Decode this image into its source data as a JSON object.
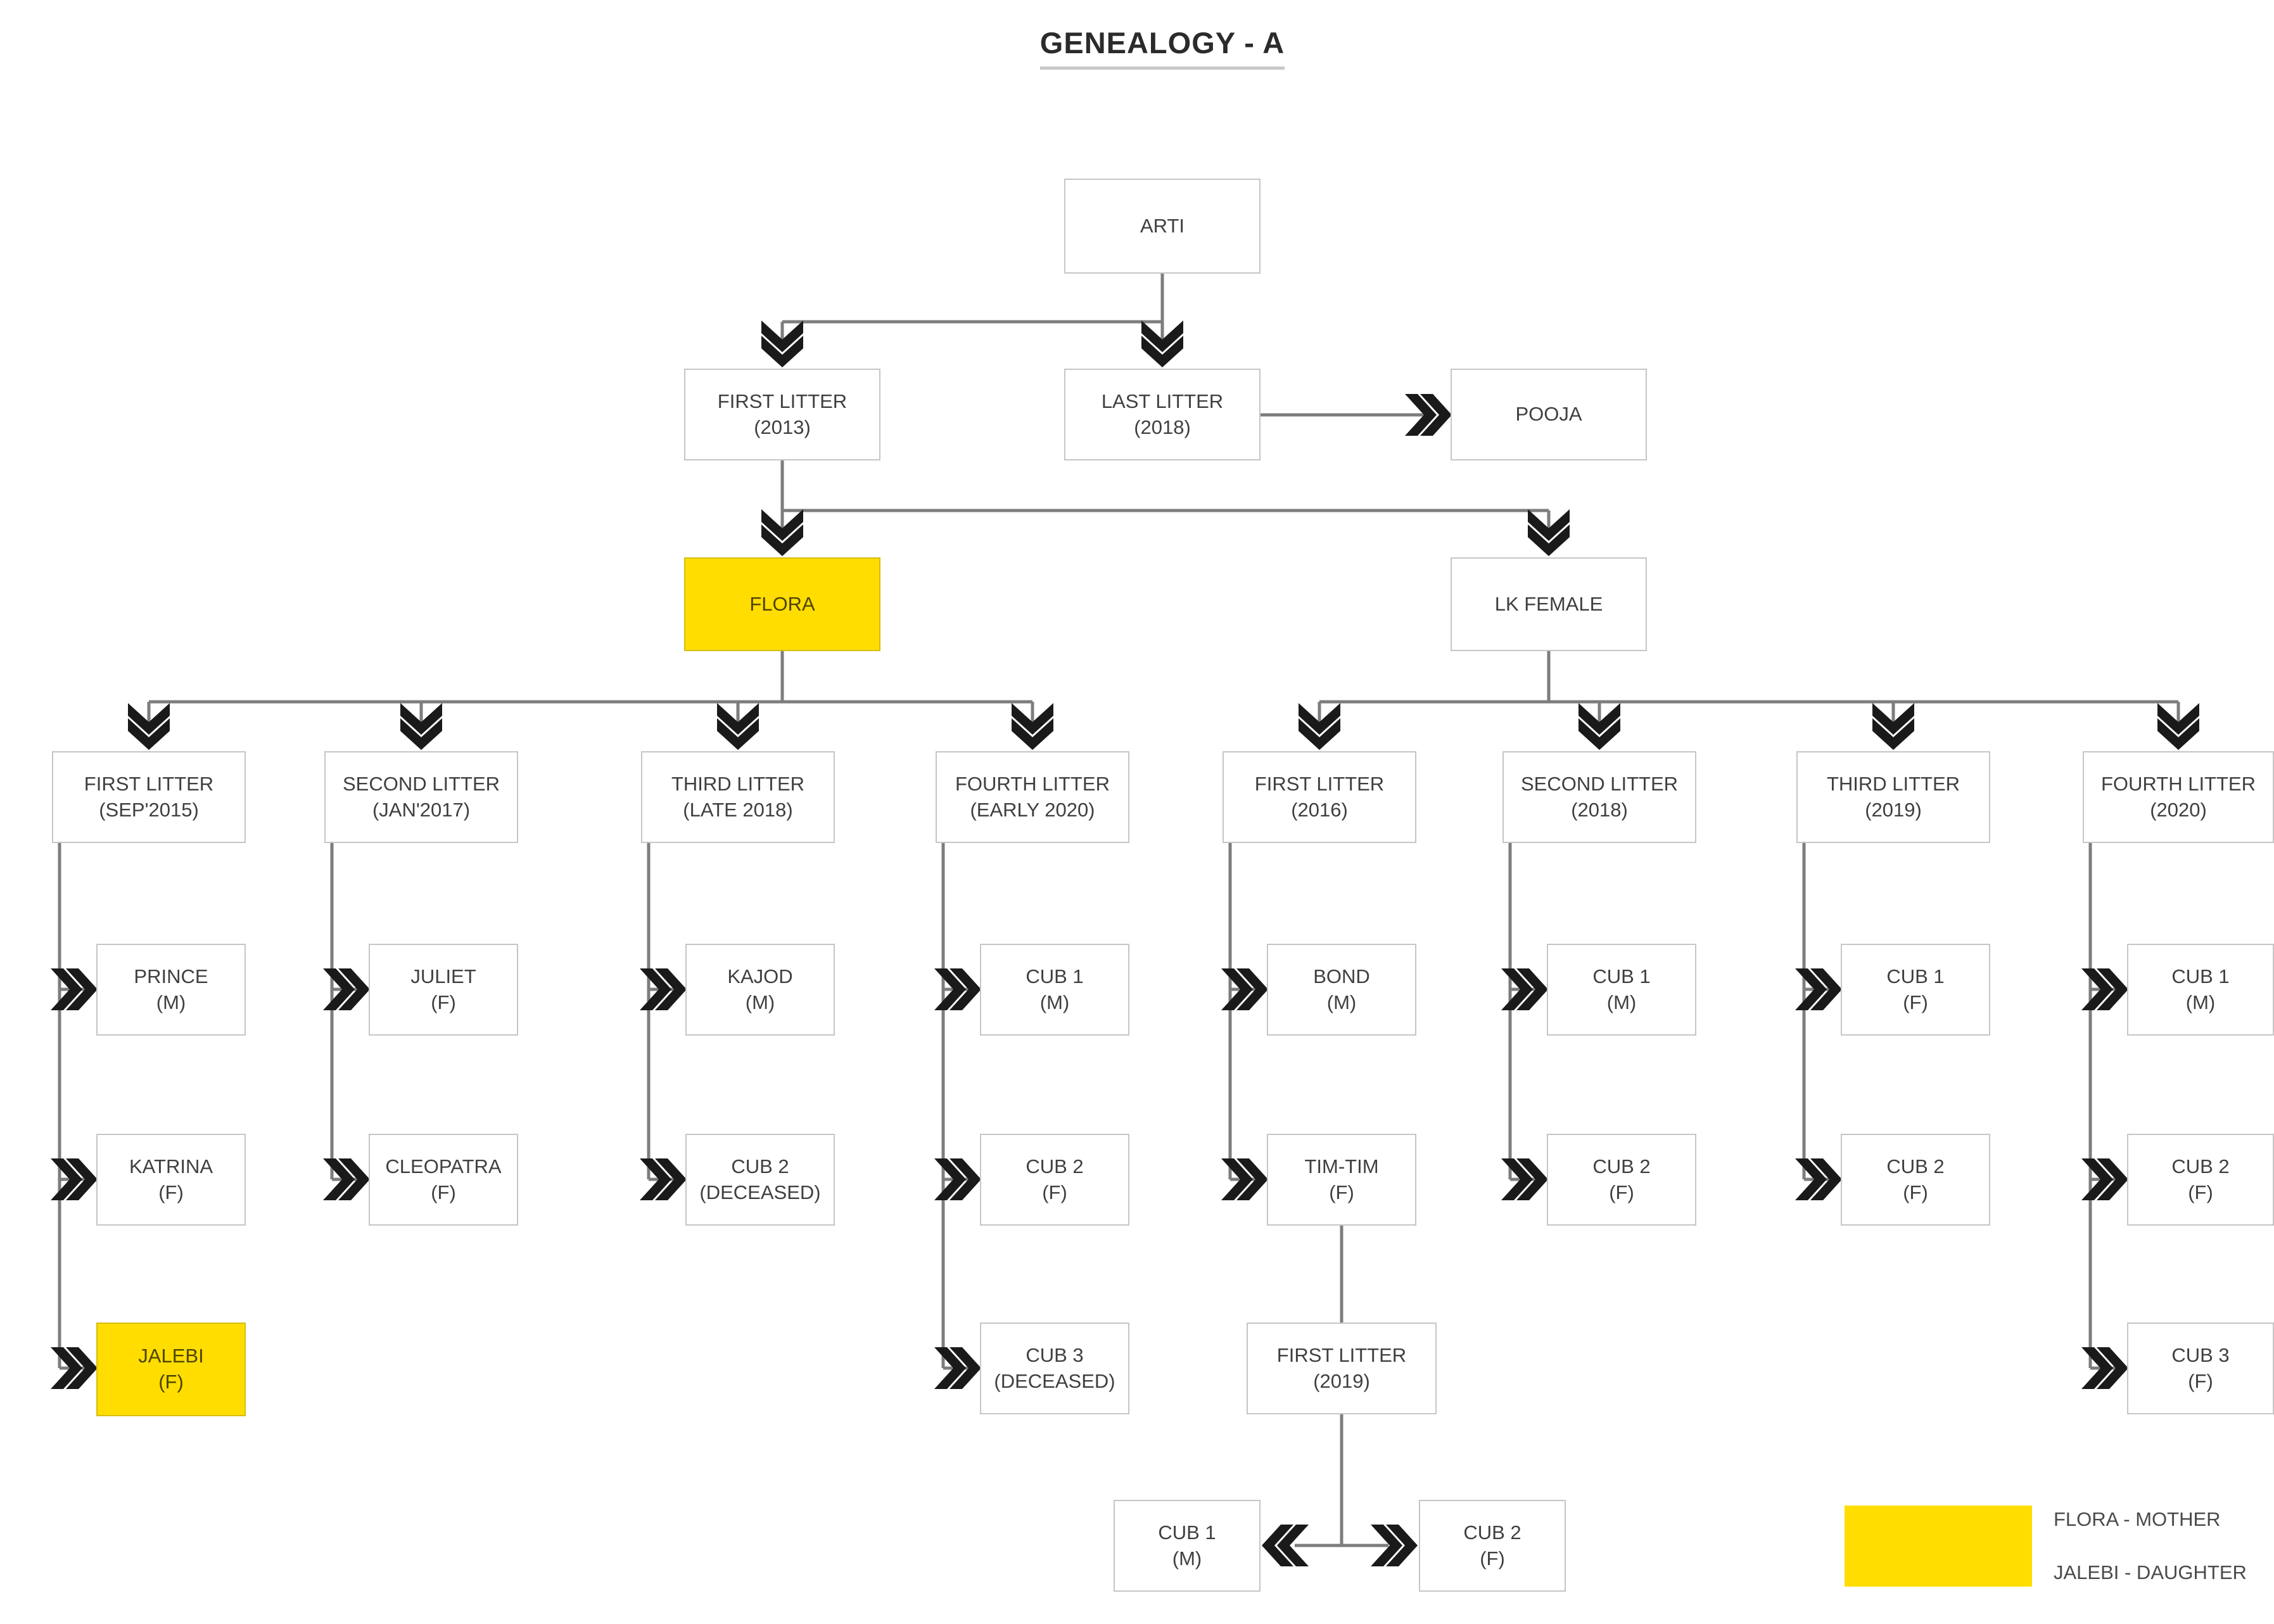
{
  "title": "GENEALOGY - A",
  "colors": {
    "highlight_yellow": "#FFDD00",
    "connector_gray": "#7d7d7d",
    "arrow_black": "#1a1a1a"
  },
  "legend": {
    "lines": [
      "FLORA - MOTHER",
      "JALEBI - DAUGHTER"
    ]
  },
  "nodes": [
    {
      "id": "arti",
      "label": "ARTI",
      "sub": "",
      "highlight": false
    },
    {
      "id": "first-litter-2013",
      "label": "FIRST LITTER",
      "sub": "(2013)",
      "highlight": false
    },
    {
      "id": "last-litter-2018",
      "label": "LAST LITTER",
      "sub": "(2018)",
      "highlight": false
    },
    {
      "id": "pooja",
      "label": "POOJA",
      "sub": "",
      "highlight": false
    },
    {
      "id": "flora",
      "label": "FLORA",
      "sub": "",
      "highlight": true
    },
    {
      "id": "lk-female",
      "label": "LK FEMALE",
      "sub": "",
      "highlight": false
    },
    {
      "id": "flora-litter-1",
      "label": "FIRST LITTER",
      "sub": "(SEP'2015)",
      "highlight": false
    },
    {
      "id": "flora-litter-2",
      "label": "SECOND LITTER",
      "sub": "(JAN'2017)",
      "highlight": false
    },
    {
      "id": "flora-litter-3",
      "label": "THIRD LITTER",
      "sub": "(LATE 2018)",
      "highlight": false
    },
    {
      "id": "flora-litter-4",
      "label": "FOURTH LITTER",
      "sub": "(EARLY 2020)",
      "highlight": false
    },
    {
      "id": "lk-litter-1",
      "label": "FIRST LITTER",
      "sub": "(2016)",
      "highlight": false
    },
    {
      "id": "lk-litter-2",
      "label": "SECOND LITTER",
      "sub": "(2018)",
      "highlight": false
    },
    {
      "id": "lk-litter-3",
      "label": "THIRD LITTER",
      "sub": "(2019)",
      "highlight": false
    },
    {
      "id": "lk-litter-4",
      "label": "FOURTH LITTER",
      "sub": "(2020)",
      "highlight": false
    },
    {
      "id": "prince",
      "label": "PRINCE",
      "sub": "(M)",
      "highlight": false
    },
    {
      "id": "katrina",
      "label": "KATRINA",
      "sub": "(F)",
      "highlight": false
    },
    {
      "id": "jalebi",
      "label": "JALEBI",
      "sub": "(F)",
      "highlight": true
    },
    {
      "id": "juliet",
      "label": "JULIET",
      "sub": "(F)",
      "highlight": false
    },
    {
      "id": "cleopatra",
      "label": "CLEOPATRA",
      "sub": "(F)",
      "highlight": false
    },
    {
      "id": "kajod",
      "label": "KAJOD",
      "sub": "(M)",
      "highlight": false
    },
    {
      "id": "flora-l3-cub2",
      "label": "CUB 2",
      "sub": "(DECEASED)",
      "highlight": false
    },
    {
      "id": "flora-l4-cub1",
      "label": "CUB 1",
      "sub": "(M)",
      "highlight": false
    },
    {
      "id": "flora-l4-cub2",
      "label": "CUB 2",
      "sub": "(F)",
      "highlight": false
    },
    {
      "id": "flora-l4-cub3",
      "label": "CUB 3",
      "sub": "(DECEASED)",
      "highlight": false
    },
    {
      "id": "bond",
      "label": "BOND",
      "sub": "(M)",
      "highlight": false
    },
    {
      "id": "tim-tim",
      "label": "TIM-TIM",
      "sub": "(F)",
      "highlight": false
    },
    {
      "id": "lk-l2-cub1",
      "label": "CUB 1",
      "sub": "(M)",
      "highlight": false
    },
    {
      "id": "lk-l2-cub2",
      "label": "CUB 2",
      "sub": "(F)",
      "highlight": false
    },
    {
      "id": "lk-l3-cub1",
      "label": "CUB 1",
      "sub": "(F)",
      "highlight": false
    },
    {
      "id": "lk-l3-cub2",
      "label": "CUB 2",
      "sub": "(F)",
      "highlight": false
    },
    {
      "id": "lk-l4-cub1",
      "label": "CUB 1",
      "sub": "(M)",
      "highlight": false
    },
    {
      "id": "lk-l4-cub2",
      "label": "CUB 2",
      "sub": "(F)",
      "highlight": false
    },
    {
      "id": "lk-l4-cub3",
      "label": "CUB 3",
      "sub": "(F)",
      "highlight": false
    },
    {
      "id": "timtim-litter-2019",
      "label": "FIRST LITTER",
      "sub": "(2019)",
      "highlight": false
    },
    {
      "id": "tt-cub1",
      "label": "CUB 1",
      "sub": "(M)",
      "highlight": false
    },
    {
      "id": "tt-cub2",
      "label": "CUB 2",
      "sub": "(F)",
      "highlight": false
    }
  ]
}
